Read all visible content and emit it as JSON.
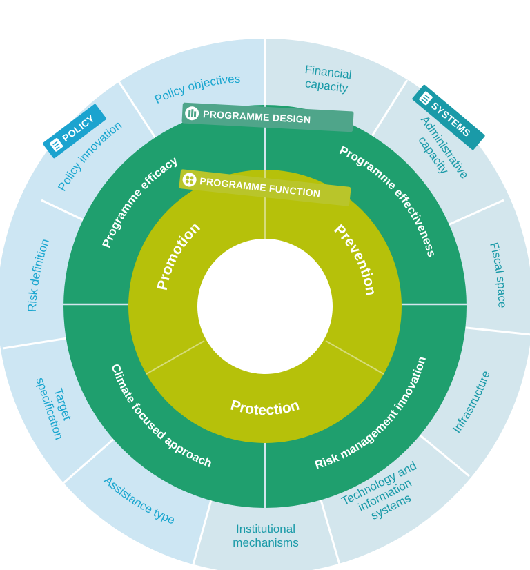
{
  "colors": {
    "outer_light": "#d3e6ed",
    "outer_lighter": "#cde6f3",
    "outer_text": "#1aa6cf",
    "design_green": "#1f9f6e",
    "function_lime": "#b6c10a",
    "white": "#ffffff",
    "policy_tag": "#1ba3cf",
    "systems_tag": "#1a9aa8",
    "design_tag": "#4fa58a",
    "function_tag": "#b9c52a"
  },
  "tags": {
    "policy": "POLICY",
    "systems": "SYSTEMS",
    "programme_design": "PROGRAMME DESIGN",
    "programme_function": "PROGRAMME FUNCTION"
  },
  "core": {
    "promotion": "Promotion",
    "prevention": "Prevention",
    "protection": "Protection"
  },
  "design": {
    "efficacy": "Programme efficacy",
    "effectiveness": "Programme effectiveness",
    "climate": "Climate focused approach",
    "risk_management": "Risk management innovation"
  },
  "outer": {
    "policy_objectives": "Policy objectives",
    "policy_innovation": "Policy innovation",
    "risk_definition": "Risk definition",
    "target_specification": [
      "Target",
      "specification"
    ],
    "assistance_type": "Assistance type",
    "institutional_mechanisms": [
      "Institutional",
      "mechanisms"
    ],
    "technology": [
      "Technology and",
      "information",
      "systems"
    ],
    "infrastructure": "Infrastructure",
    "fiscal_space": "Fiscal space",
    "administrative_capacity": [
      "Administrative",
      "capacity"
    ],
    "financial_capacity": [
      "Financial",
      "capacity"
    ]
  }
}
